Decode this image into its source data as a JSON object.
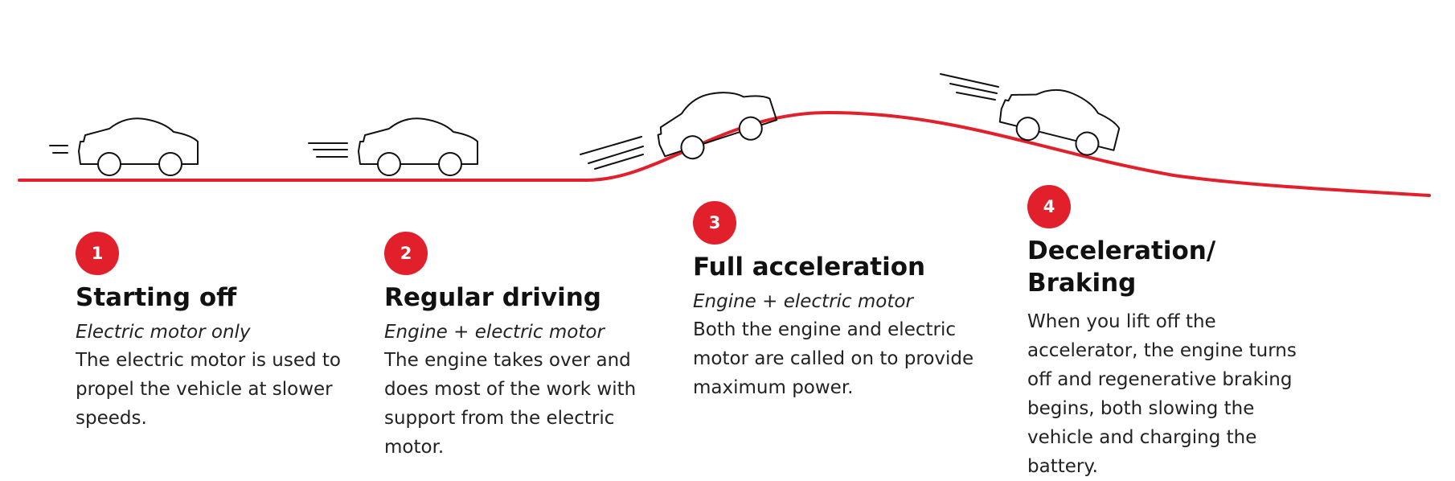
{
  "colors": {
    "accent": "#e1202c",
    "text": "#1a1a1a"
  },
  "steps": [
    {
      "number": "1",
      "title": "Starting off",
      "subtitle": "Electric motor only",
      "body": [
        "The electric motor is used to",
        "propel the vehicle at slower",
        "speeds."
      ]
    },
    {
      "number": "2",
      "title": "Regular driving",
      "subtitle": "Engine + electric motor",
      "body": [
        "The engine takes over and",
        "does most of the work with",
        "support from the electric",
        "motor."
      ]
    },
    {
      "number": "3",
      "title": "Full acceleration",
      "subtitle": "Engine + electric motor",
      "body": [
        "Both the engine and electric",
        "motor are called on to provide",
        "maximum power."
      ]
    },
    {
      "number": "4",
      "title": "Deceleration/ Braking",
      "body": [
        "When you lift off the",
        "accelerator, the engine turns",
        "off and regenerative braking",
        "begins, both slowing the",
        "vehicle and charging the",
        "battery."
      ]
    }
  ],
  "icons": [
    "car-icon",
    "speed-lines-icon"
  ]
}
